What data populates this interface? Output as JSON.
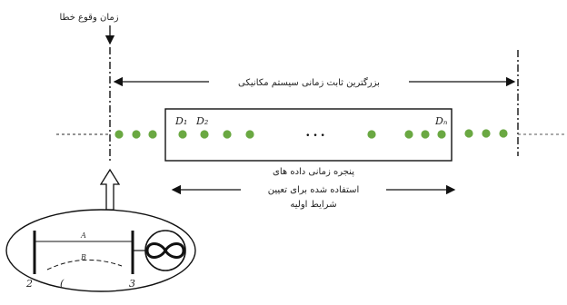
{
  "fault_time_label": "زمان وقوع خطا",
  "largest_time_constant_label": "بزرگترین ثابت زمانی سیستم مکانیکی",
  "window_label_line1": "پنجره زمانی داده های",
  "window_label_line2": "استفاده شده برای تعیین",
  "window_label_line3": "شرایط اولیه",
  "sample_labels": {
    "d1": "D₁",
    "d2": "D₂",
    "dn": "Dₙ"
  },
  "ellipsis": "• • •",
  "circuit": {
    "line_label_a": "A",
    "line_label_b": "B",
    "bus_left": "2",
    "bus_right": "3",
    "paren": "("
  },
  "colors": {
    "dots": "#6aa842",
    "lines": "#111111",
    "dashed_axis": "#555555"
  }
}
